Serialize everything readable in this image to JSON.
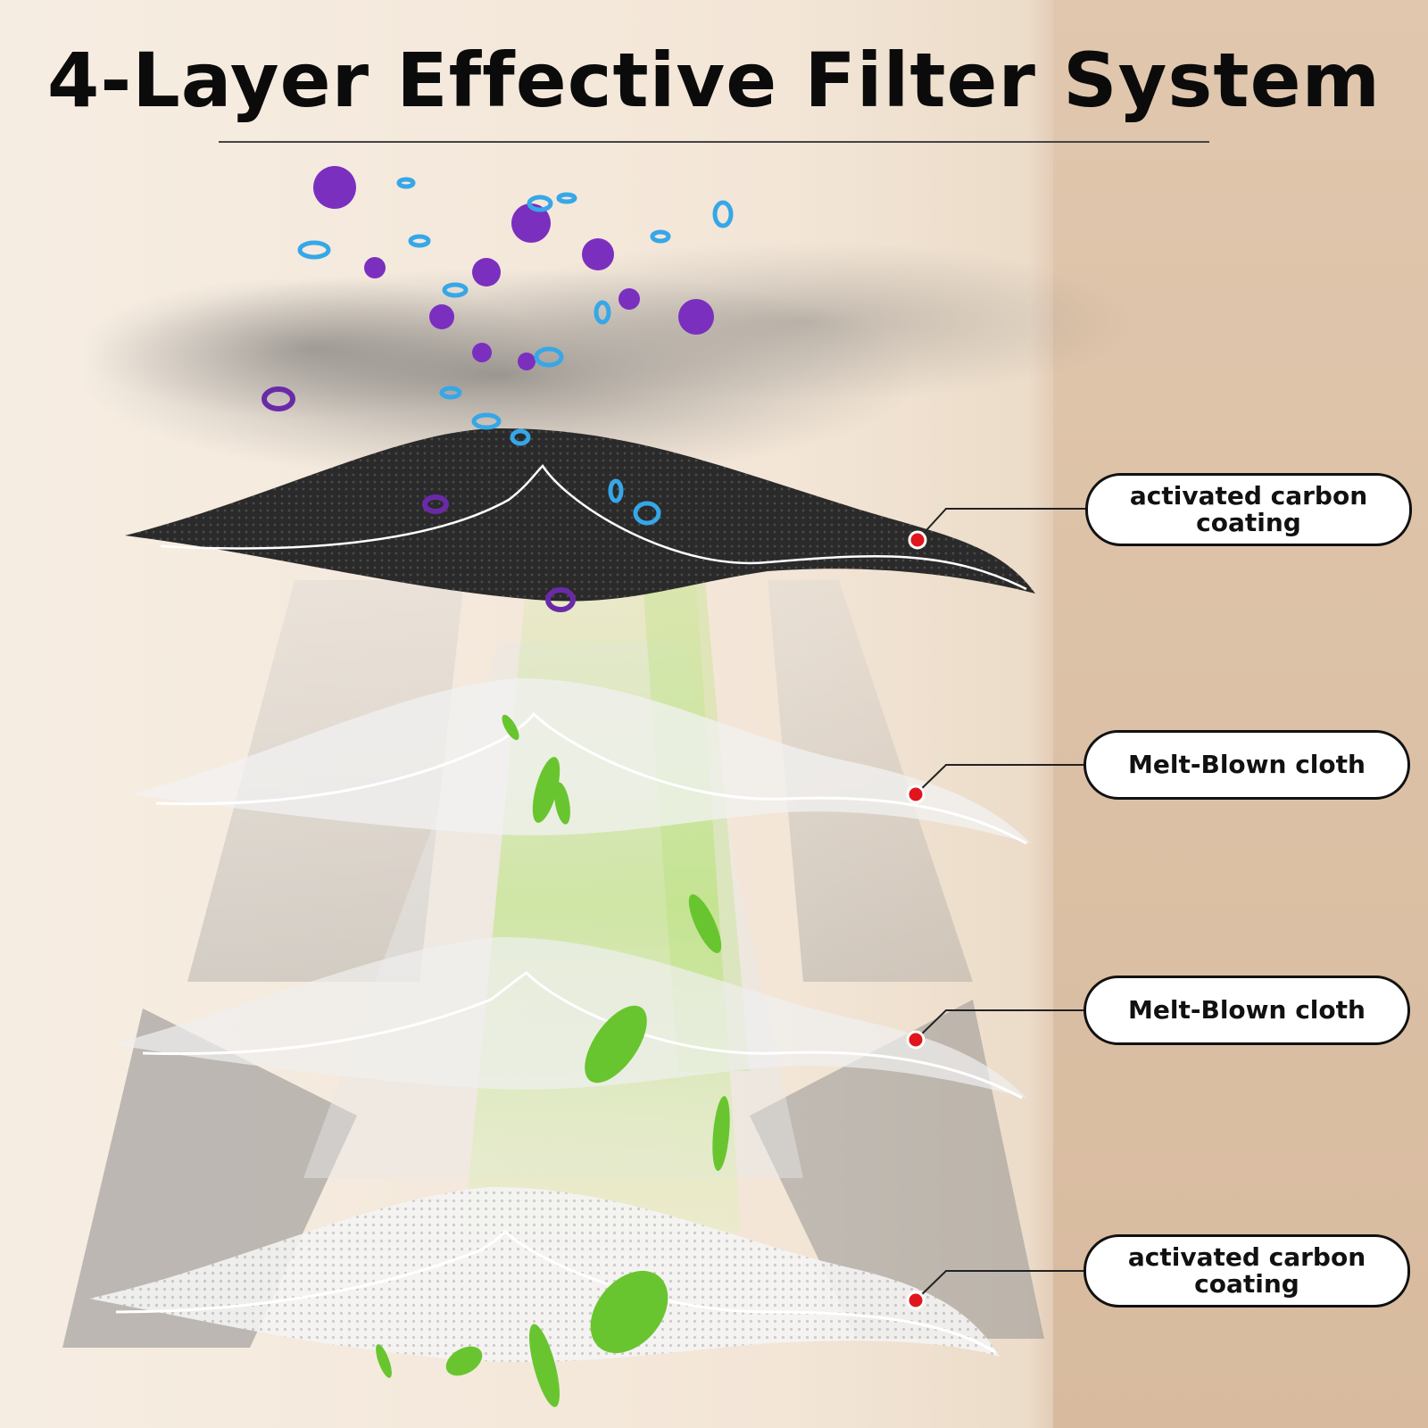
{
  "title": "4-Layer Effective Filter System",
  "layers": [
    {
      "label": "activated carbon\ncoating"
    },
    {
      "label": "Melt-Blown cloth"
    },
    {
      "label": "Melt-Blown cloth"
    },
    {
      "label": "activated carbon\ncoating"
    }
  ],
  "colors": {
    "marker": "#e0161c",
    "carbon": "#2b2b2b",
    "virus": "#7b2fbe",
    "bacteria": "#36a7e8",
    "leaf": "#69c52f"
  }
}
